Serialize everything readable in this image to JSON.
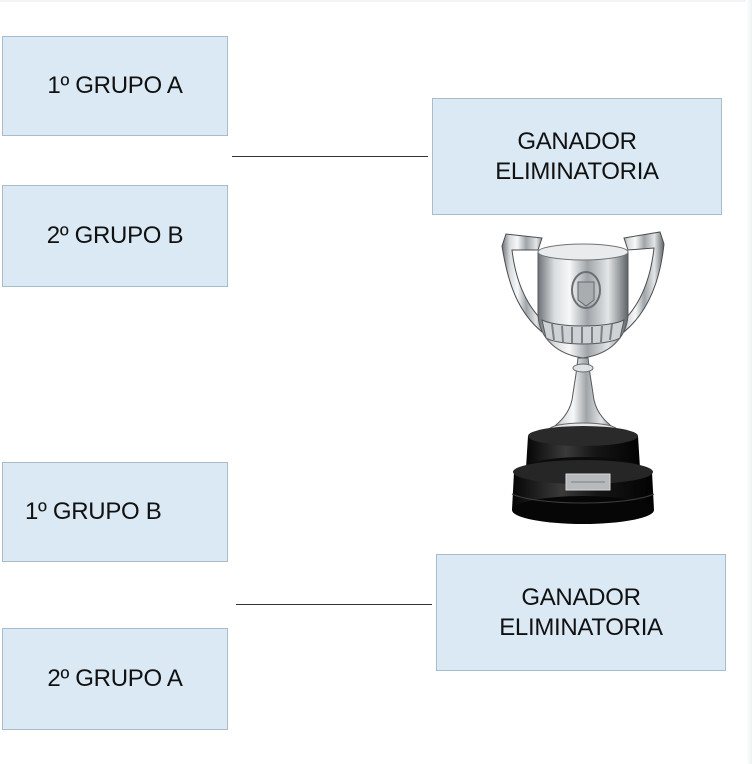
{
  "bracket": {
    "semifinal_1": {
      "team_a": "1º GRUPO A",
      "team_b": "2º GRUPO B",
      "winner": "GANADOR\nELIMINATORIA"
    },
    "semifinal_2": {
      "team_a": "1º GRUPO B",
      "team_b": "2º GRUPO A",
      "winner": "GANADOR\nELIMINATORIA"
    }
  },
  "colors": {
    "box_fill": "#dbe9f4",
    "box_border": "#a9bccb",
    "connector": "#333333",
    "trophy_silver": "#c9cdd0",
    "trophy_base": "#111111"
  },
  "icons": {
    "trophy": "trophy-icon"
  }
}
